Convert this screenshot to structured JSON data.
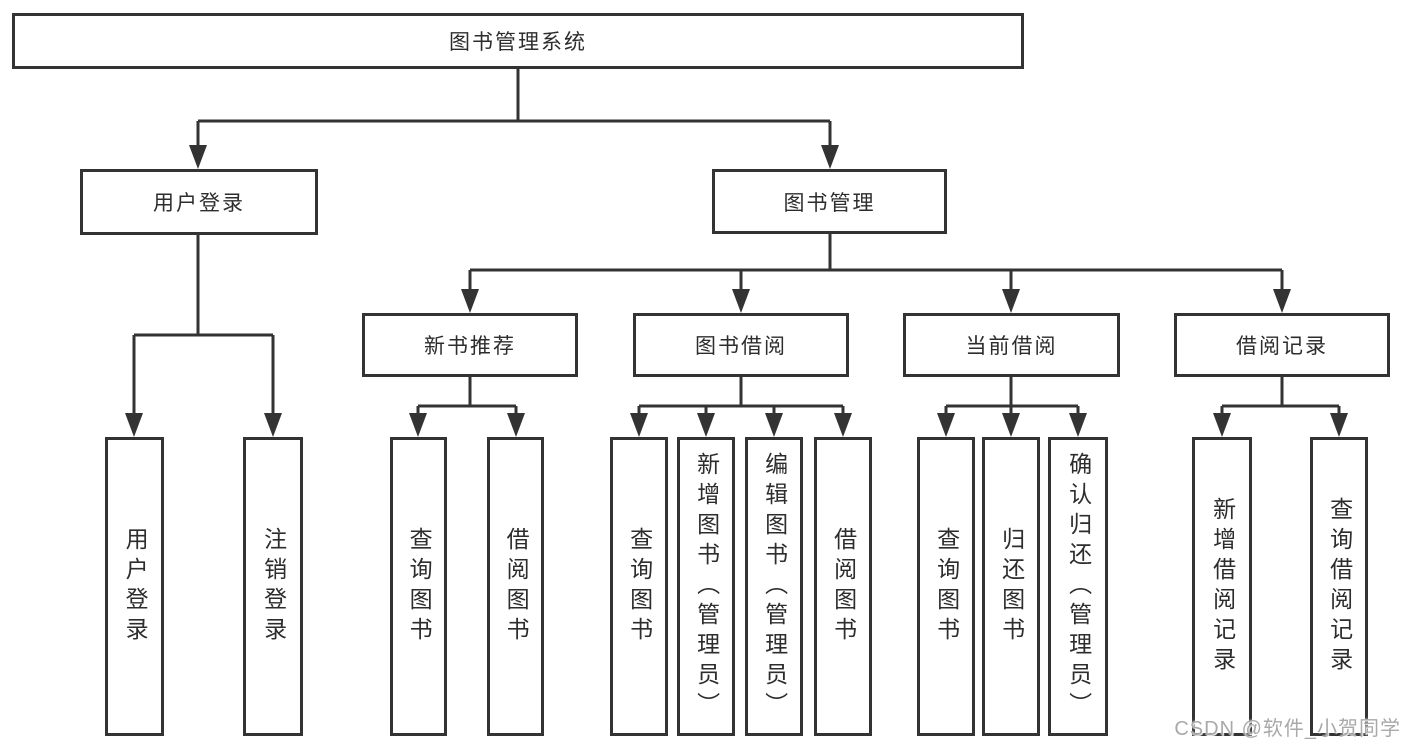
{
  "diagram": {
    "root": {
      "label": "图书管理系统"
    },
    "user_login": {
      "label": "用户登录"
    },
    "book_mgmt": {
      "label": "图书管理"
    },
    "new_book_rec": {
      "label": "新书推荐"
    },
    "book_borrow": {
      "label": "图书借阅"
    },
    "current_borrow": {
      "label": "当前借阅"
    },
    "borrow_records": {
      "label": "借阅记录"
    },
    "ul_login": {
      "label": "用户登录"
    },
    "ul_logout": {
      "label": "注销登录"
    },
    "nbr_query": {
      "label": "查询图书"
    },
    "nbr_borrow": {
      "label": "借阅图书"
    },
    "bb_query": {
      "label": "查询图书"
    },
    "bb_add": {
      "label": "新增图书（管理员）"
    },
    "bb_edit": {
      "label": "编辑图书（管理员）"
    },
    "bb_borrow": {
      "label": "借阅图书"
    },
    "cb_query": {
      "label": "查询图书"
    },
    "cb_return": {
      "label": "归还图书"
    },
    "cb_confirm": {
      "label": "确认归还（管理员）"
    },
    "br_add": {
      "label": "新增借阅记录"
    },
    "br_query": {
      "label": "查询借阅记录"
    }
  },
  "hierarchy": {
    "图书管理系统": {
      "用户登录": [
        "用户登录",
        "注销登录"
      ],
      "图书管理": {
        "新书推荐": [
          "查询图书",
          "借阅图书"
        ],
        "图书借阅": [
          "查询图书",
          "新增图书（管理员）",
          "编辑图书（管理员）",
          "借阅图书"
        ],
        "当前借阅": [
          "查询图书",
          "归还图书",
          "确认归还（管理员）"
        ],
        "借阅记录": [
          "新增借阅记录",
          "查询借阅记录"
        ]
      }
    }
  },
  "watermark": {
    "text": "CSDN @软件_小贺同学"
  },
  "colors": {
    "line": "#333333",
    "box_border": "#333333",
    "box_background": "#ffffff",
    "text": "#2d2d2d",
    "watermark": "#a9a9a9",
    "page_background": "#ffffff"
  }
}
